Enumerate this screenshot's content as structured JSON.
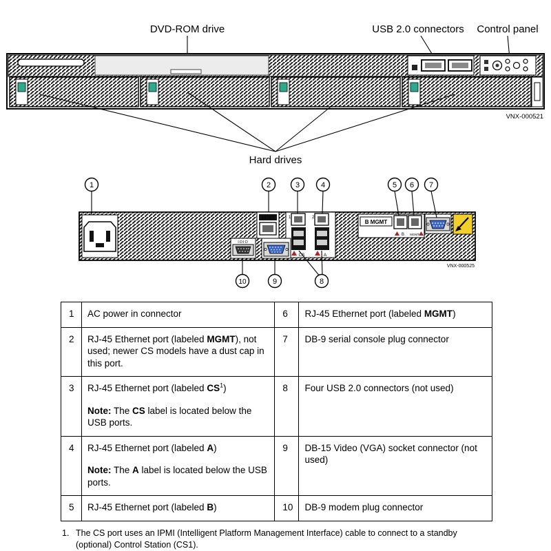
{
  "front_view": {
    "label_dvd": "DVD-ROM drive",
    "label_usb": "USB 2.0 connectors",
    "label_control_panel": "Control panel",
    "label_hard_drives": "Hard drives",
    "figure_id": "VNX-000521"
  },
  "rear_view": {
    "figure_id": "VNX-000525",
    "port_labels": {
      "mgmt": "MGMT",
      "port1_tag": "1",
      "port2_tag": "2",
      "cs": "CS",
      "a": "A",
      "b_mgmt": "B MGMT",
      "b": "B",
      "mgm": "MGMT",
      "ioio": "IOIO"
    },
    "callouts": {
      "c1": "1",
      "c2": "2",
      "c3": "3",
      "c4": "4",
      "c5": "5",
      "c6": "6",
      "c7": "7",
      "c8": "8",
      "c9": "9",
      "c10": "10"
    }
  },
  "colors": {
    "vga_blue": "#3a67c8",
    "warning_yellow": "#f2cf2a",
    "latch_green": "#2fa98c",
    "triangle_red": "#b22222"
  },
  "table": {
    "rows": [
      {
        "cells": [
          {
            "num": "1",
            "paras": [
              [
                {
                  "t": "AC power in connector"
                }
              ]
            ]
          },
          {
            "num": "6",
            "paras": [
              [
                {
                  "t": "RJ-45 Ethernet port (labeled "
                },
                {
                  "t": "MGMT",
                  "b": true
                },
                {
                  "t": ")"
                }
              ]
            ]
          }
        ]
      },
      {
        "cells": [
          {
            "num": "2",
            "paras": [
              [
                {
                  "t": "RJ-45 Ethernet port (labeled "
                },
                {
                  "t": "MGMT",
                  "b": true
                },
                {
                  "t": "), not used; newer CS models have a dust cap in this port."
                }
              ]
            ]
          },
          {
            "num": "7",
            "paras": [
              [
                {
                  "t": "DB-9 serial console plug connector"
                }
              ]
            ]
          }
        ]
      },
      {
        "cells": [
          {
            "num": "3",
            "paras": [
              [
                {
                  "t": "RJ-45 Ethernet port (labeled "
                },
                {
                  "t": "CS",
                  "b": true
                },
                {
                  "t": "1",
                  "sup": true
                },
                {
                  "t": ")"
                }
              ],
              [
                {
                  "t": "Note:",
                  "b": true
                },
                {
                  "t": " The "
                },
                {
                  "t": "CS",
                  "b": true
                },
                {
                  "t": " label is located below the USB ports."
                }
              ]
            ]
          },
          {
            "num": "8",
            "paras": [
              [
                {
                  "t": "Four USB 2.0 connectors (not used)"
                }
              ]
            ]
          }
        ]
      },
      {
        "cells": [
          {
            "num": "4",
            "paras": [
              [
                {
                  "t": "RJ-45 Ethernet port (labeled "
                },
                {
                  "t": "A",
                  "b": true
                },
                {
                  "t": ")"
                }
              ],
              [
                {
                  "t": "Note:",
                  "b": true
                },
                {
                  "t": " The "
                },
                {
                  "t": "A",
                  "b": true
                },
                {
                  "t": " label is located below the USB ports."
                }
              ]
            ]
          },
          {
            "num": "9",
            "paras": [
              [
                {
                  "t": "DB-15 Video (VGA) socket connector (not used)"
                }
              ]
            ]
          }
        ]
      },
      {
        "cells": [
          {
            "num": "5",
            "paras": [
              [
                {
                  "t": "RJ-45 Ethernet port (labeled "
                },
                {
                  "t": "B",
                  "b": true
                },
                {
                  "t": ")"
                }
              ]
            ]
          },
          {
            "num": "10",
            "paras": [
              [
                {
                  "t": "DB-9 modem plug connector"
                }
              ]
            ]
          }
        ]
      }
    ]
  },
  "footnote": {
    "marker": "1.",
    "text": "The CS port uses an IPMI (Intelligent Platform Management Interface) cable to connect to a standby (optional) Control Station (CS1)."
  }
}
